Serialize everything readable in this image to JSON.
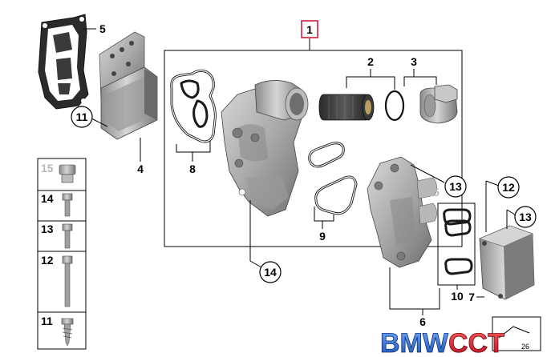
{
  "diagram": {
    "main_label": "1",
    "labels": {
      "p2": "2",
      "p3": "3",
      "p4": "4",
      "p5": "5",
      "p6": "6",
      "p7": "7",
      "p8": "8",
      "p9": "9",
      "p10": "10",
      "p11": "11",
      "p12": "12",
      "p13a": "13",
      "p13b": "13",
      "p14": "14",
      "p15": "15"
    },
    "side_column": [
      "15",
      "14",
      "13",
      "12",
      "11"
    ],
    "diagram_id": "26"
  },
  "watermark": {
    "text_bmw": "BMW",
    "text_cct": "CCT"
  },
  "colors": {
    "watermark_blue": "#1f5fbf",
    "watermark_red": "#c8102e",
    "label_box_red": "#c8102e",
    "grey_label": "#b8b8b8"
  }
}
